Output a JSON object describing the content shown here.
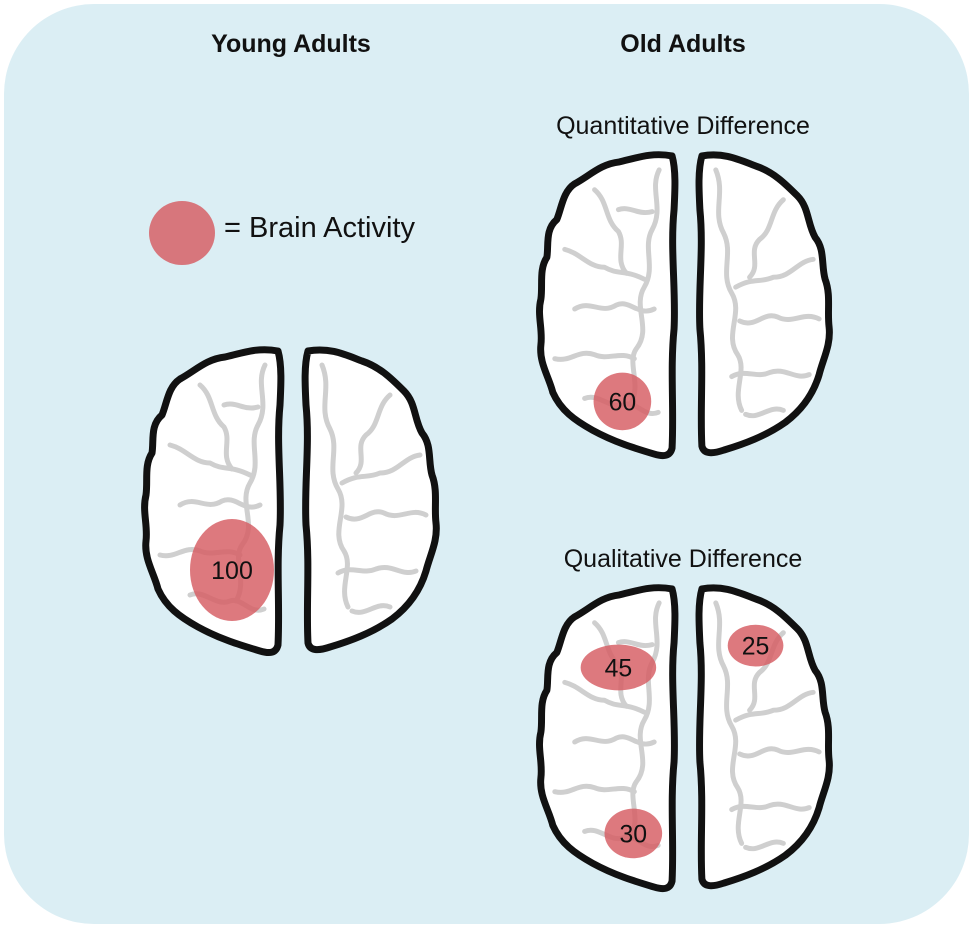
{
  "colors": {
    "background": "#dbeef4",
    "activity": "#d55b61",
    "outline": "#111111",
    "veins": "#cfcfcf"
  },
  "headings": {
    "young": "Young Adults",
    "old": "Old Adults"
  },
  "subheadings": {
    "quantitative": "Quantitative Difference",
    "qualitative": "Qualitative Difference"
  },
  "legend": {
    "marker": "activity-circle",
    "label": "= Brain Activity"
  },
  "brains": {
    "young": {
      "activity": [
        {
          "value": "100",
          "hemisphere": "left",
          "region": "posterior"
        }
      ]
    },
    "quantitative": {
      "activity": [
        {
          "value": "60",
          "hemisphere": "left",
          "region": "posterior"
        }
      ]
    },
    "qualitative": {
      "activity": [
        {
          "value": "45",
          "hemisphere": "left",
          "region": "anterior"
        },
        {
          "value": "25",
          "hemisphere": "right",
          "region": "anterior"
        },
        {
          "value": "30",
          "hemisphere": "left",
          "region": "posterior"
        }
      ]
    }
  }
}
